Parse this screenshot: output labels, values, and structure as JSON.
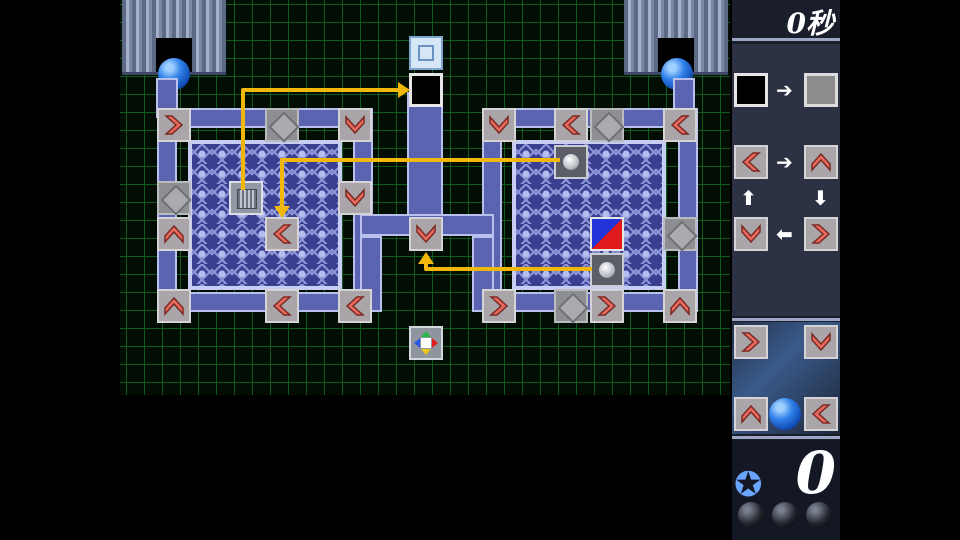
{
  "hud": {
    "timer": "0秒",
    "score": "0"
  },
  "board": {
    "ball_color": "#2e7fe8",
    "arrow_tile_color": "#a9a5a8",
    "chevron_color": "#e8695d",
    "path_color": "#f1b80b",
    "grid_color": "#0f5a1c",
    "tiles": [
      {
        "kind": "arrow-right-tile",
        "dir": "right"
      },
      {
        "kind": "arrow-down-tile",
        "dir": "down"
      },
      {
        "kind": "arrow-down-tile",
        "dir": "down"
      },
      {
        "kind": "arrow-up-tile",
        "dir": "up"
      },
      {
        "kind": "arrow-left-tile",
        "dir": "left"
      },
      {
        "kind": "arrow-up-tile",
        "dir": "up"
      },
      {
        "kind": "arrow-left-tile",
        "dir": "left"
      },
      {
        "kind": "arrow-left-tile",
        "dir": "left"
      },
      {
        "kind": "arrow-down-tile",
        "dir": "down"
      },
      {
        "kind": "arrow-down-tile",
        "dir": "down"
      },
      {
        "kind": "arrow-left-tile",
        "dir": "left"
      },
      {
        "kind": "arrow-left-tile",
        "dir": "left"
      },
      {
        "kind": "arrow-right-tile",
        "dir": "right"
      },
      {
        "kind": "arrow-right-tile",
        "dir": "right"
      },
      {
        "kind": "arrow-up-tile",
        "dir": "up"
      }
    ]
  },
  "legend": {
    "rules": [
      {
        "from": "black-block",
        "to": "gray-block"
      },
      {
        "from": "arrow-left",
        "to": "arrow-up"
      },
      {
        "from": "arrow-right",
        "to": "arrow-down"
      }
    ]
  },
  "preview": {
    "tiles": [
      "right",
      "down",
      "up",
      "left"
    ]
  },
  "icons": [
    "star-icon",
    "life-ball-icon"
  ]
}
